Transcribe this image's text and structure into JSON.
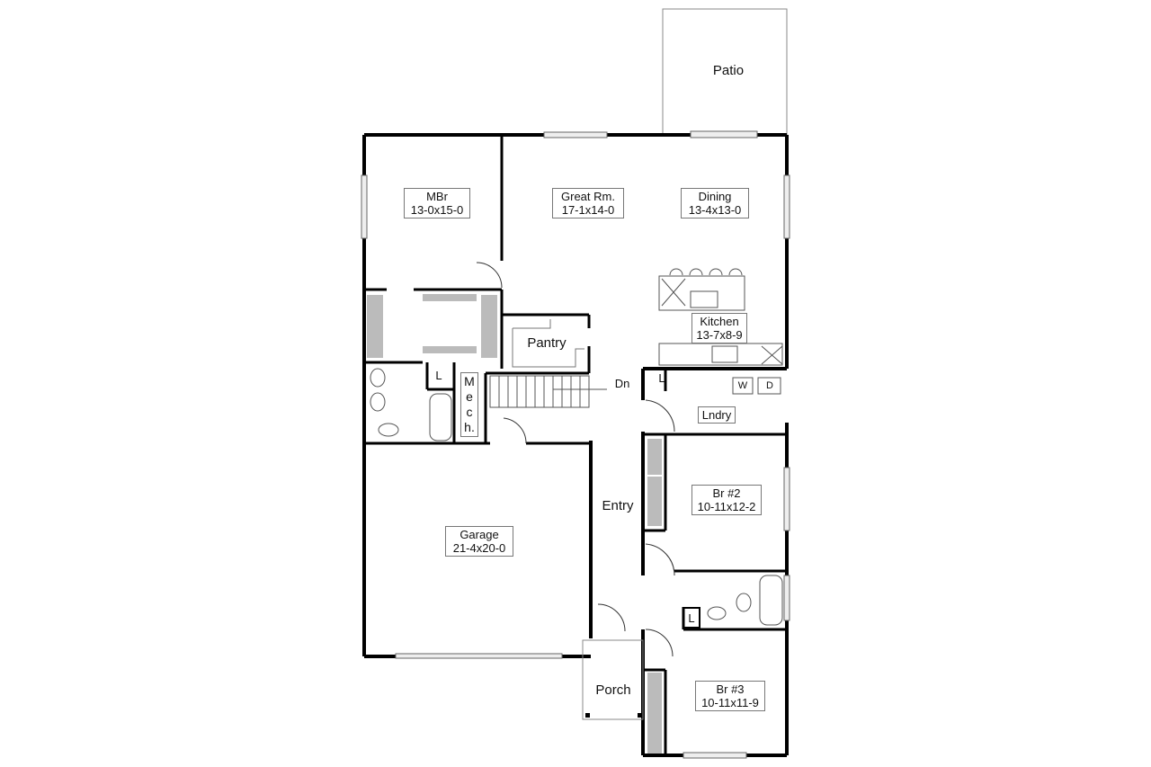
{
  "plan": {
    "rooms": [
      {
        "id": "patio",
        "name": "Patio",
        "dims": ""
      },
      {
        "id": "mbr",
        "name": "MBr",
        "dims": "13-0x15-0"
      },
      {
        "id": "great",
        "name": "Great Rm.",
        "dims": "17-1x14-0"
      },
      {
        "id": "dining",
        "name": "Dining",
        "dims": "13-4x13-0"
      },
      {
        "id": "kitchen",
        "name": "Kitchen",
        "dims": "13-7x8-9"
      },
      {
        "id": "pantry",
        "name": "Pantry",
        "dims": ""
      },
      {
        "id": "lndry",
        "name": "Lndry",
        "dims": ""
      },
      {
        "id": "entry",
        "name": "Entry",
        "dims": ""
      },
      {
        "id": "br2",
        "name": "Br #2",
        "dims": "10-11x12-2"
      },
      {
        "id": "garage",
        "name": "Garage",
        "dims": "21-4x20-0"
      },
      {
        "id": "porch",
        "name": "Porch",
        "dims": ""
      },
      {
        "id": "br3",
        "name": "Br #3",
        "dims": "10-11x11-9"
      }
    ],
    "annotations": {
      "mech": [
        "M",
        "e",
        "c",
        "h."
      ],
      "stairs": "Dn",
      "linen": "L",
      "washer": "W",
      "dryer": "D"
    }
  }
}
